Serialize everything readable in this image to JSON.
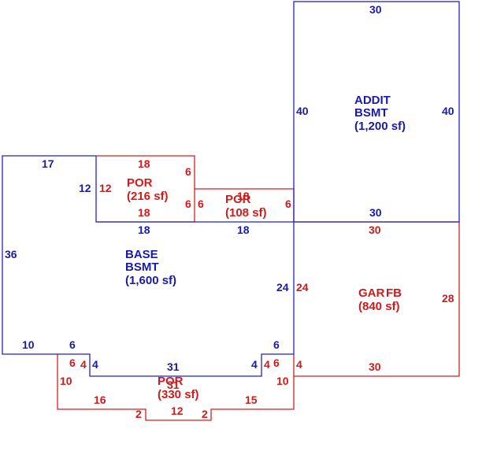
{
  "colors": {
    "blue": "#2222cc",
    "red": "#d62020"
  },
  "areas": {
    "addit": {
      "line1": "ADDIT",
      "line2": "BSMT",
      "line3": "(1,200 sf)"
    },
    "base": {
      "line1": "BASE",
      "line2": "BSMT",
      "line3": "(1,600 sf)"
    },
    "por_upper": {
      "line1": "POR",
      "line2": "(216 sf)"
    },
    "por_mid": {
      "line1": "POR",
      "line2": "(108 sf)",
      "overlap": "18"
    },
    "por_bottom": {
      "line1": "POR",
      "line2": "(330 sf)",
      "overlap": "31"
    },
    "garage": {
      "label_a": "GAR",
      "label_b": "FB",
      "line2": "(840 sf)"
    }
  },
  "dims": {
    "addit_top": "30",
    "addit_left": "40",
    "addit_right": "40",
    "addit_bottom": "30",
    "base_top": "17",
    "base_left": "36",
    "base_inner_left": "12",
    "base_top_inner": "18",
    "base_top_right": "18",
    "base_right": "24",
    "base_bottom_left": "10",
    "base_step_6a": "6",
    "base_step_4a": "4",
    "base_bottom": "31",
    "base_step_4b": "4",
    "base_step_6b": "6",
    "por_u_top": "18",
    "por_u_left": "12",
    "por_u_right_top": "6",
    "por_u_right_low": "6",
    "por_u_bottom": "18",
    "por_m_left": "6",
    "por_m_right": "6",
    "gar_top": "30",
    "gar_left": "24",
    "gar_right": "28",
    "gar_bottom": "30",
    "gar_step_4": "4",
    "por_b_6a": "6",
    "por_b_4a": "4",
    "por_b_10a": "10",
    "por_b_16": "16",
    "por_b_2a": "2",
    "por_b_12": "12",
    "por_b_2b": "2",
    "por_b_15": "15",
    "por_b_10b": "10",
    "por_b_4b": "4",
    "por_b_6b": "6"
  }
}
